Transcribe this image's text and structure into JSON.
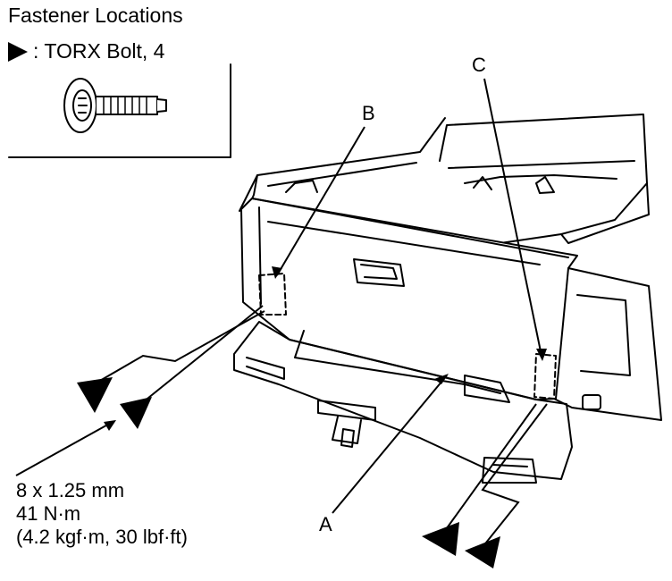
{
  "title": "Fastener Locations",
  "legend": {
    "symbol_icon": "filled-triangle-arrow-icon",
    "text": ": TORX Bolt, 4"
  },
  "callouts": {
    "a": "A",
    "b": "B",
    "c": "C"
  },
  "torque_spec": {
    "size": "8 x 1.25 mm",
    "torque_nm": "41 N·m",
    "torque_alt": "(4.2 kgf·m, 30 lbf·ft)"
  }
}
